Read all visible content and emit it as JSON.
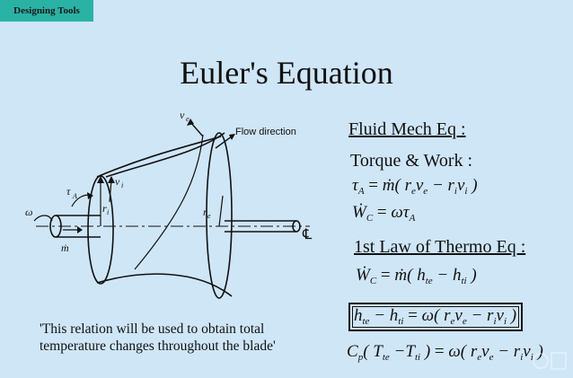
{
  "header": {
    "tag_label": "Designing Tools"
  },
  "title": "Euler's Equation",
  "diagram": {
    "labels": {
      "ve": "v",
      "ve_sub": "e",
      "flow": "Flow direction",
      "tau": "τ",
      "tau_sub": "A",
      "vi": "v",
      "vi_sub": "i",
      "ri": "r",
      "ri_sub": "i",
      "re": "r",
      "re_sub": "e",
      "omega": "ω",
      "mdot": "ṁ",
      "centerline": "℄"
    }
  },
  "equations": {
    "fluid_heading": "Fluid Mech Eq :",
    "torque_label": "Torque & Work :",
    "thermo_heading": "1st Law of Thermo Eq :"
  },
  "quote": "'This relation will be used to obtain total temperature changes throughout the blade'"
}
